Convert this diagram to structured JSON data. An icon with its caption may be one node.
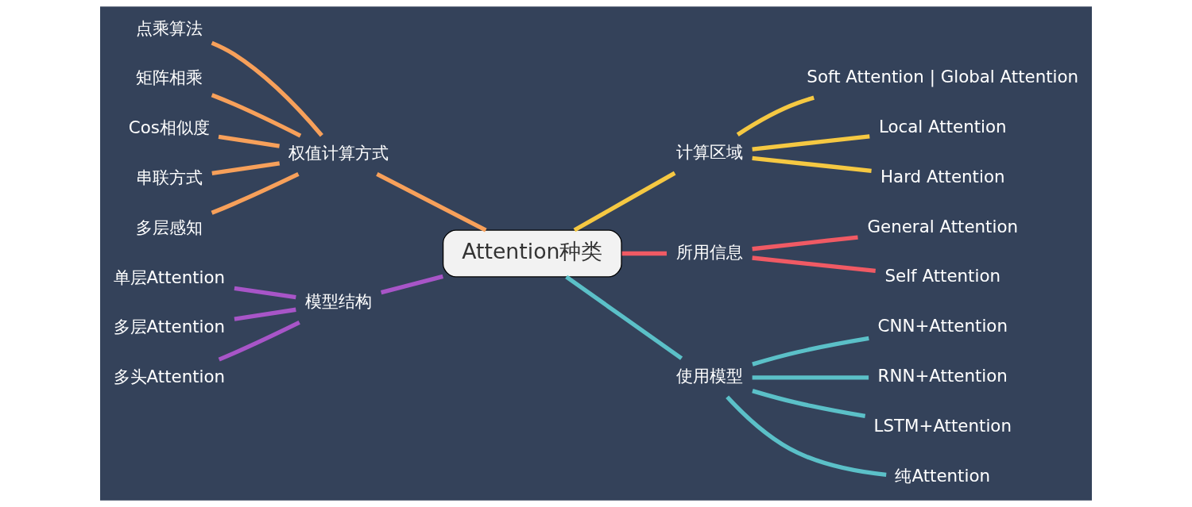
{
  "diagram": {
    "nodes": [
      {
        "text": [
          "Attention种类"
        ]
      },
      {
        "text": [
          "权值计算方式"
        ]
      },
      {
        "text": [
          "点乘算法"
        ]
      },
      {
        "text": [
          "矩阵相乘"
        ]
      },
      {
        "text": [
          "Cos相似度"
        ]
      },
      {
        "text": [
          "串联方式"
        ]
      },
      {
        "text": [
          "多层感知"
        ]
      },
      {
        "text": [
          "模型结构"
        ]
      },
      {
        "text": [
          "单层Attention"
        ]
      },
      {
        "text": [
          "多层Attention"
        ]
      },
      {
        "text": [
          "多头Attention"
        ]
      },
      {
        "text": [
          "计算区域"
        ]
      },
      {
        "text": [
          "Soft Attention | Global Attention"
        ]
      },
      {
        "text": [
          "Local Attention"
        ]
      },
      {
        "text": [
          "Hard Attention"
        ]
      },
      {
        "text": [
          "所用信息"
        ]
      },
      {
        "text": [
          "General Attention"
        ]
      },
      {
        "text": [
          "Self Attention"
        ]
      },
      {
        "text": [
          "使用模型"
        ]
      },
      {
        "text": [
          "CNN+Attention"
        ]
      },
      {
        "text": [
          "RNN+Attention"
        ]
      },
      {
        "text": [
          "LSTM+Attention"
        ]
      },
      {
        "text": [
          "纯Attention"
        ]
      }
    ],
    "edges": [
      {
        "from": 2,
        "to": 1,
        "arrow": "none",
        "color": "#f7a05a"
      },
      {
        "from": 3,
        "to": 1,
        "arrow": "none",
        "color": "#f7a05a"
      },
      {
        "from": 4,
        "to": 1,
        "arrow": "none",
        "color": "#f7a05a"
      },
      {
        "from": 5,
        "to": 1,
        "arrow": "none",
        "color": "#f7a05a"
      },
      {
        "from": 6,
        "to": 1,
        "arrow": "none",
        "color": "#f7a05a"
      },
      {
        "from": 1,
        "to": 0,
        "arrow": "none",
        "color": "#f7a05a"
      },
      {
        "from": 8,
        "to": 7,
        "arrow": "none",
        "color": "#a855c8"
      },
      {
        "from": 9,
        "to": 7,
        "arrow": "none",
        "color": "#a855c8"
      },
      {
        "from": 10,
        "to": 7,
        "arrow": "none",
        "color": "#a855c8"
      },
      {
        "from": 7,
        "to": 0,
        "arrow": "none",
        "color": "#a855c8"
      },
      {
        "from": 0,
        "to": 11,
        "arrow": "none",
        "color": "#f5c842"
      },
      {
        "from": 11,
        "to": 12,
        "arrow": "none",
        "color": "#f5c842"
      },
      {
        "from": 11,
        "to": 13,
        "arrow": "none",
        "color": "#f5c842"
      },
      {
        "from": 11,
        "to": 14,
        "arrow": "none",
        "color": "#f5c842"
      },
      {
        "from": 0,
        "to": 15,
        "arrow": "none",
        "color": "#f05a64"
      },
      {
        "from": 15,
        "to": 16,
        "arrow": "none",
        "color": "#f05a64"
      },
      {
        "from": 15,
        "to": 17,
        "arrow": "none",
        "color": "#f05a64"
      },
      {
        "from": 0,
        "to": 18,
        "arrow": "none",
        "color": "#5bc0c8"
      },
      {
        "from": 18,
        "to": 19,
        "arrow": "none",
        "color": "#5bc0c8"
      },
      {
        "from": 18,
        "to": 20,
        "arrow": "none",
        "color": "#5bc0c8"
      },
      {
        "from": 18,
        "to": 21,
        "arrow": "none",
        "color": "#5bc0c8"
      },
      {
        "from": 18,
        "to": 22,
        "arrow": "none",
        "color": "#5bc0c8"
      }
    ]
  }
}
